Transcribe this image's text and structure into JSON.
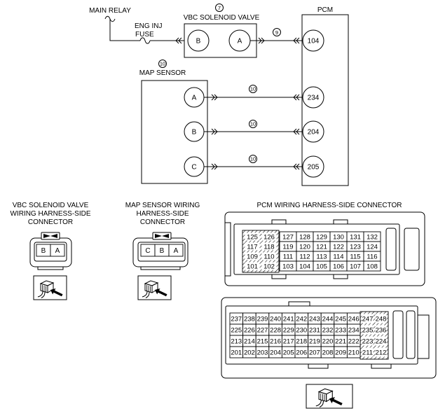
{
  "schematic": {
    "main_relay_label": "MAIN RELAY",
    "fuse_label": [
      "ENG INJ",
      "FUSE"
    ],
    "vbc_solenoid_valve": {
      "ref_number": "7",
      "label": "VBC SOLENOID VALVE",
      "terminals": [
        "B",
        "A"
      ]
    },
    "pcm": {
      "label": "PCM",
      "terminals": [
        "104",
        "234",
        "204",
        "205"
      ]
    },
    "map_sensor": {
      "ref_number": "10",
      "label": "MAP SENSOR",
      "terminals": [
        "A",
        "B",
        "C"
      ]
    },
    "wire_refs": [
      "9",
      "10",
      "10",
      "10"
    ]
  },
  "vbc_connector": {
    "title": [
      "VBC SOLENOID VALVE",
      "WIRING HARNESS-SIDE",
      "CONNECTOR"
    ],
    "cavities": [
      "B",
      "A"
    ],
    "view_icon": "harness-side-view-icon"
  },
  "map_connector": {
    "title": [
      "MAP SENSOR WIRING",
      "HARNESS-SIDE",
      "CONNECTOR"
    ],
    "cavities": [
      "C",
      "B",
      "A"
    ],
    "view_icon": "harness-side-view-icon"
  },
  "pcm_connector": {
    "title": "PCM WIRING HARNESS-SIDE CONNECTOR",
    "upper": {
      "shaded_cavities": [
        [
          "125",
          "126"
        ],
        [
          "117",
          "118"
        ],
        [
          "109",
          "110"
        ],
        [
          "101",
          "102"
        ]
      ],
      "cavities": [
        [
          "127",
          "128",
          "129",
          "130",
          "131",
          "132"
        ],
        [
          "119",
          "120",
          "121",
          "122",
          "123",
          "124"
        ],
        [
          "111",
          "112",
          "113",
          "114",
          "115",
          "116"
        ],
        [
          "103",
          "104",
          "105",
          "106",
          "107",
          "108"
        ]
      ]
    },
    "lower": {
      "cavities": [
        [
          "237",
          "238",
          "239",
          "240",
          "241",
          "242",
          "243",
          "244",
          "245",
          "246"
        ],
        [
          "225",
          "226",
          "227",
          "228",
          "229",
          "230",
          "231",
          "232",
          "233",
          "234"
        ],
        [
          "213",
          "214",
          "215",
          "216",
          "217",
          "218",
          "219",
          "220",
          "221",
          "222"
        ],
        [
          "201",
          "202",
          "203",
          "204",
          "205",
          "206",
          "207",
          "208",
          "209",
          "210"
        ]
      ],
      "shaded_cavities": [
        [
          "247",
          "248"
        ],
        [
          "235",
          "236"
        ],
        [
          "223",
          "224"
        ],
        [
          "211",
          "212"
        ]
      ]
    },
    "view_icon": "harness-side-view-icon"
  },
  "colors": {
    "ink": "#000000",
    "paper": "#ffffff"
  }
}
